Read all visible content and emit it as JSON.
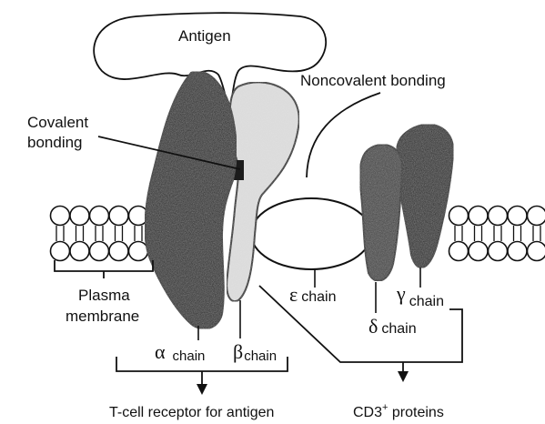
{
  "labels": {
    "antigen": "Antigen",
    "noncovalent": "Noncovalent bonding",
    "covalent_1": "Covalent",
    "covalent_2": "bonding",
    "plasma_1": "Plasma",
    "plasma_2": "membrane",
    "epsilon_symbol": "ε",
    "epsilon_text": "chain",
    "gamma_symbol": "γ",
    "gamma_text": "chain",
    "delta_symbol": "δ",
    "delta_text": "chain",
    "alpha_symbol": "α",
    "alpha_text": "chain",
    "beta_symbol": "β",
    "beta_text": "chain",
    "tcr": "T-cell receptor for antigen",
    "cd3_main": "CD3",
    "cd3_sup": "+",
    "cd3_rest": " proteins"
  },
  "colors": {
    "dark_chain": "#1c1c1c",
    "light_chain": "#d9d9d9",
    "outline": "#111111",
    "lipid_head": "#ffffff"
  }
}
